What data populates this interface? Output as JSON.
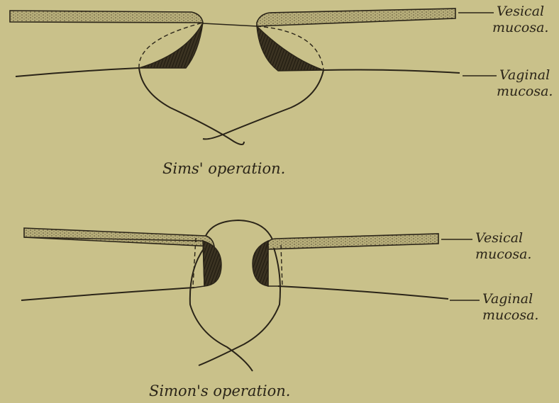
{
  "figures": [
    {
      "caption": "Sims' operation.",
      "labels": {
        "vesical_line1": "Vesical",
        "vesical_line2": "mucosa.",
        "vaginal_line1": "Vaginal",
        "vaginal_line2": "mucosa."
      }
    },
    {
      "caption": "Simon's operation.",
      "labels": {
        "vesical_line1": "Vesical",
        "vesical_line2": "mucosa.",
        "vaginal_line1": "Vaginal",
        "vaginal_line2": "mucosa."
      }
    }
  ],
  "colors": {
    "paper": "#c9c18a",
    "ink": "#2a2418",
    "mucosa_fill": "#b7ae7a"
  }
}
